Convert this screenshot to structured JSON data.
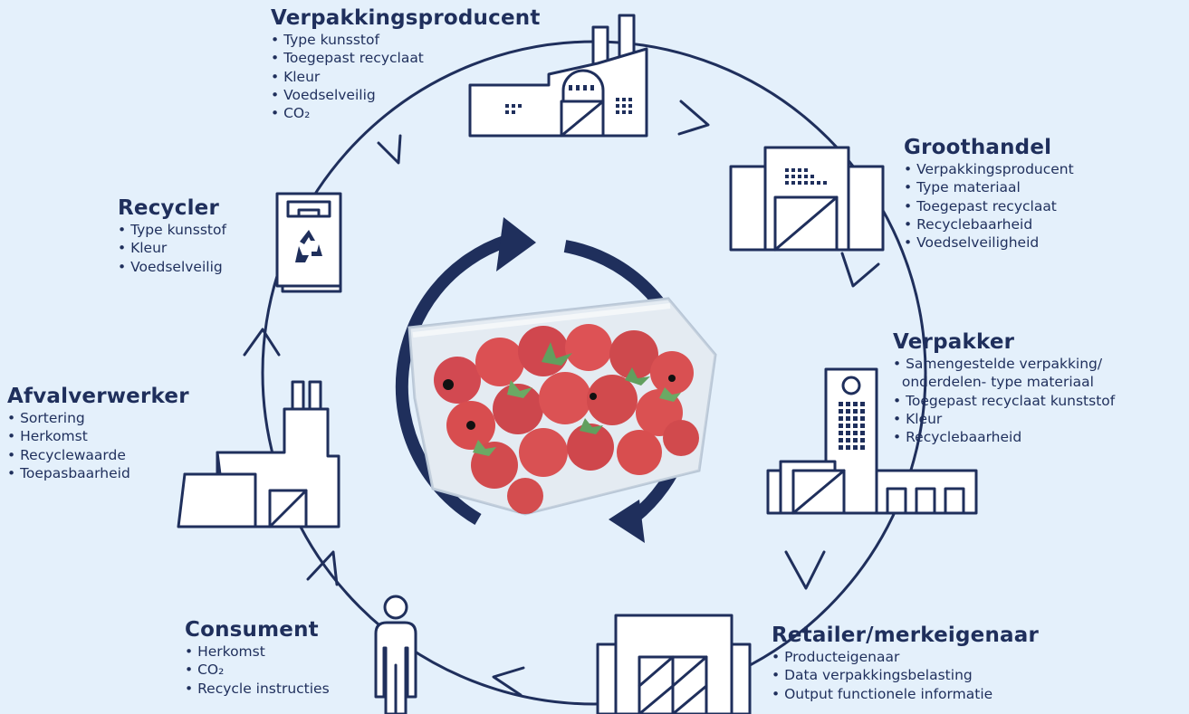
{
  "colors": {
    "background": "#e4f0fb",
    "primary": "#1f2f5c",
    "icon_fill": "#ffffff"
  },
  "stages": {
    "verpakkingsproducent": {
      "title": "Verpakkingsproducent",
      "items": [
        "Type kunsstof",
        "Toegepast recyclaat",
        "Kleur",
        "Voedselveilig",
        "CO₂"
      ]
    },
    "groothandel": {
      "title": "Groothandel",
      "items": [
        "Verpakkingsproducent",
        "Type materiaal",
        "Toegepast recyclaat",
        "Recyclebaarheid",
        "Voedselveiligheid"
      ]
    },
    "verpakker": {
      "title": "Verpakker",
      "items": [
        "Samengestelde verpakking/",
        "onderdelen- type materiaal",
        "Toegepast recyclaat kunststof",
        "Kleur",
        "Recyclebaarheid"
      ]
    },
    "retailer": {
      "title": "Retailer/merkeigenaar",
      "items": [
        "Producteigenaar",
        "Data verpakkingsbelasting",
        "Output functionele informatie"
      ]
    },
    "consument": {
      "title": "Consument",
      "items": [
        "Herkomst",
        "CO₂",
        "Recycle instructies"
      ]
    },
    "afvalverwerker": {
      "title": "Afvalverwerker",
      "items": [
        "Sortering",
        "Herkomst",
        "Recyclewaarde",
        "Toepasbaarheid"
      ]
    },
    "recycler": {
      "title": "Recycler",
      "items": [
        "Type kunsstof",
        "Kleur",
        "Voedselveilig"
      ]
    }
  },
  "icons": {
    "factory": "factory-icon",
    "wholesale": "warehouse-icon",
    "packer": "packaging-plant-icon",
    "retail": "store-icon",
    "consumer": "person-icon",
    "waste": "waste-processing-plant-icon",
    "recycler": "recycling-machine-icon",
    "center": "strawberry-punnet-image",
    "cycle": "cycle-arrows-icon"
  }
}
